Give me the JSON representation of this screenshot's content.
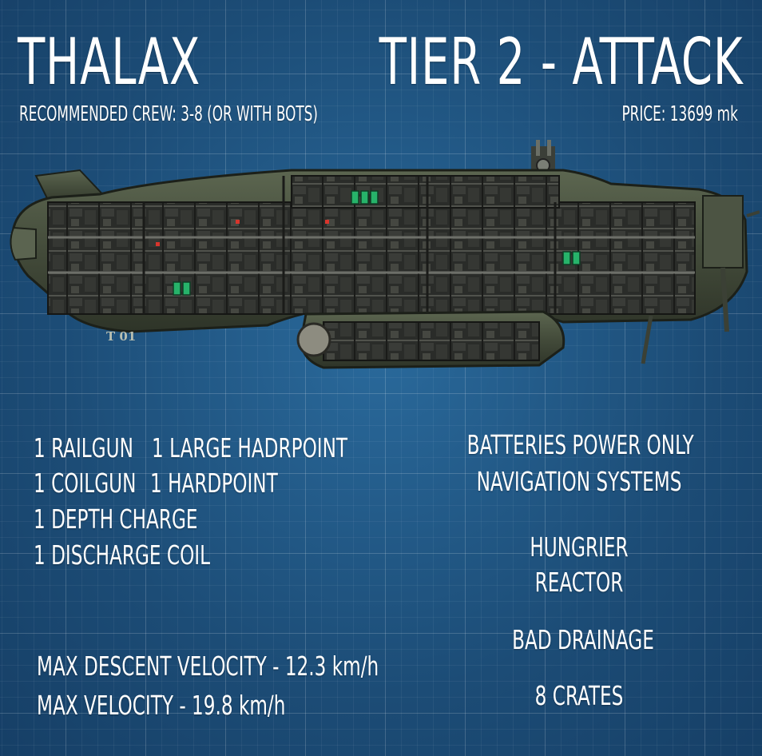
{
  "header": {
    "ship_name": "THALAX",
    "tier": "TIER 2 - ATTACK",
    "crew": "RECOMMENDED CREW: 3-8 (OR WITH BOTS)",
    "price": "PRICE: 13699 mk"
  },
  "ship": {
    "hull_marking": "T 01"
  },
  "weapons": [
    "1 RAILGUN",
    "1 LARGE HADRPOINT",
    "1 COILGUN",
    "1 HARDPOINT",
    "1 DEPTH CHARGE",
    "1 DISCHARGE COIL"
  ],
  "stats": {
    "max_descent": "MAX DESCENT VELOCITY - 12.3 km/h",
    "max_velocity": "MAX VELOCITY - 19.8 km/h"
  },
  "traits": {
    "line1": "BATTERIES POWER ONLY",
    "line2": "NAVIGATION SYSTEMS",
    "line3": "HUNGRIER",
    "line4": "REACTOR",
    "line5": "BAD DRAINAGE",
    "line6": "8 CRATES"
  },
  "colors": {
    "background": "#1d4f7a",
    "hull": "#4a5340",
    "interior": "#2b2d2a",
    "accent_green": "#27b36a"
  }
}
